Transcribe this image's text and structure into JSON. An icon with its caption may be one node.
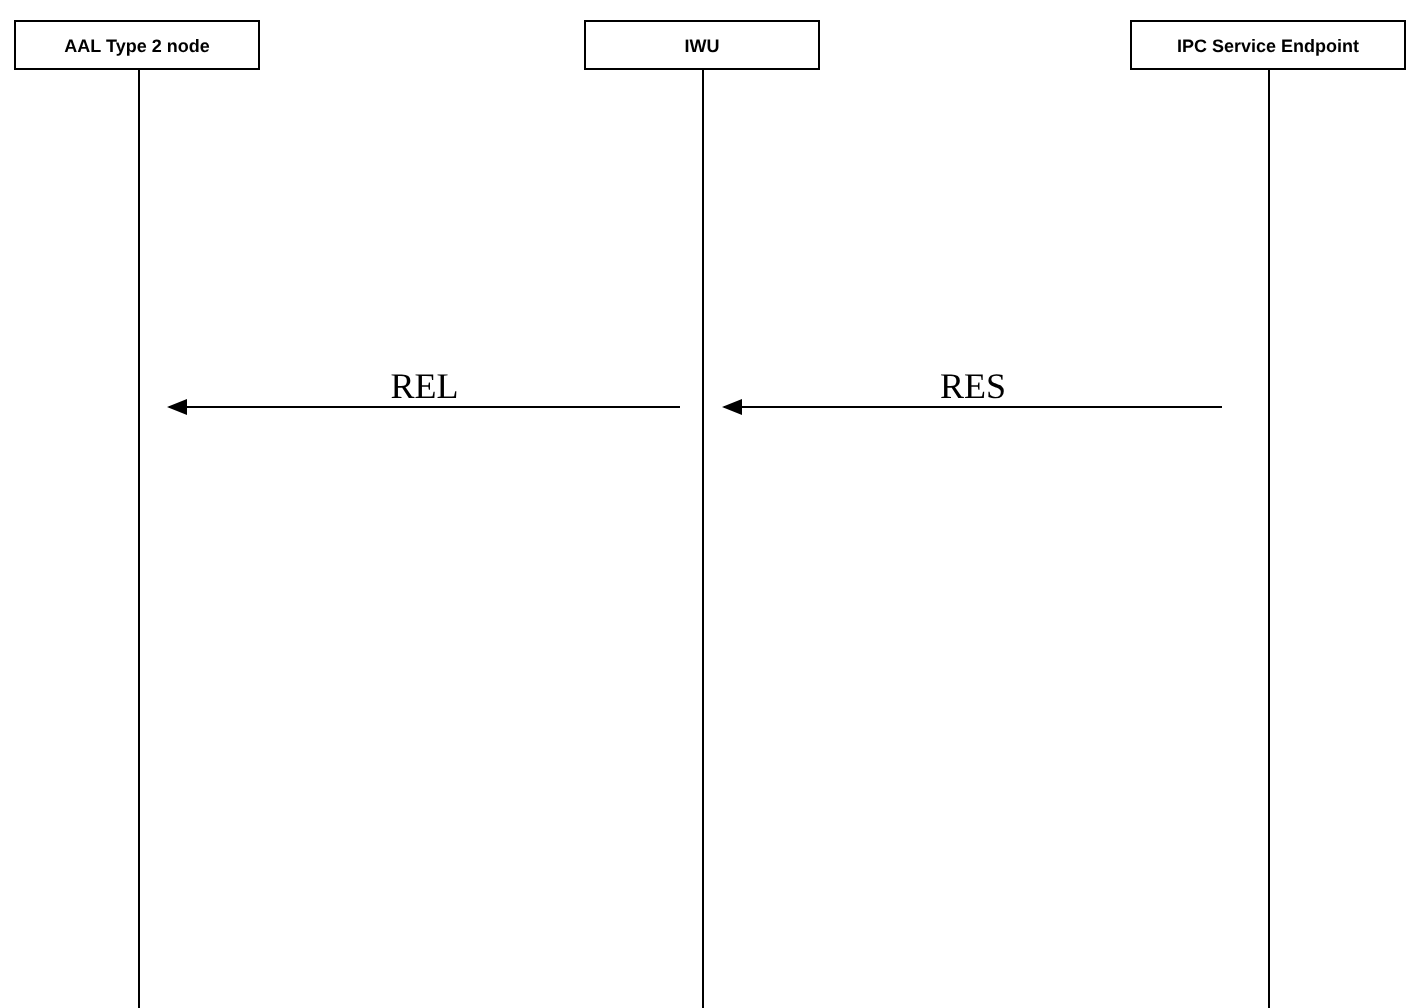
{
  "diagram": {
    "nodes": [
      {
        "text": [
          "AAL Type 2 node"
        ]
      },
      {
        "text": [
          "IWU"
        ]
      },
      {
        "text": [
          "IPC Service Endpoint"
        ]
      }
    ],
    "edges": [
      {
        "from": 1,
        "to": 0,
        "arrow": "to",
        "label": "REL"
      },
      {
        "from": 2,
        "to": 1,
        "arrow": "to",
        "label": "RES"
      }
    ]
  }
}
